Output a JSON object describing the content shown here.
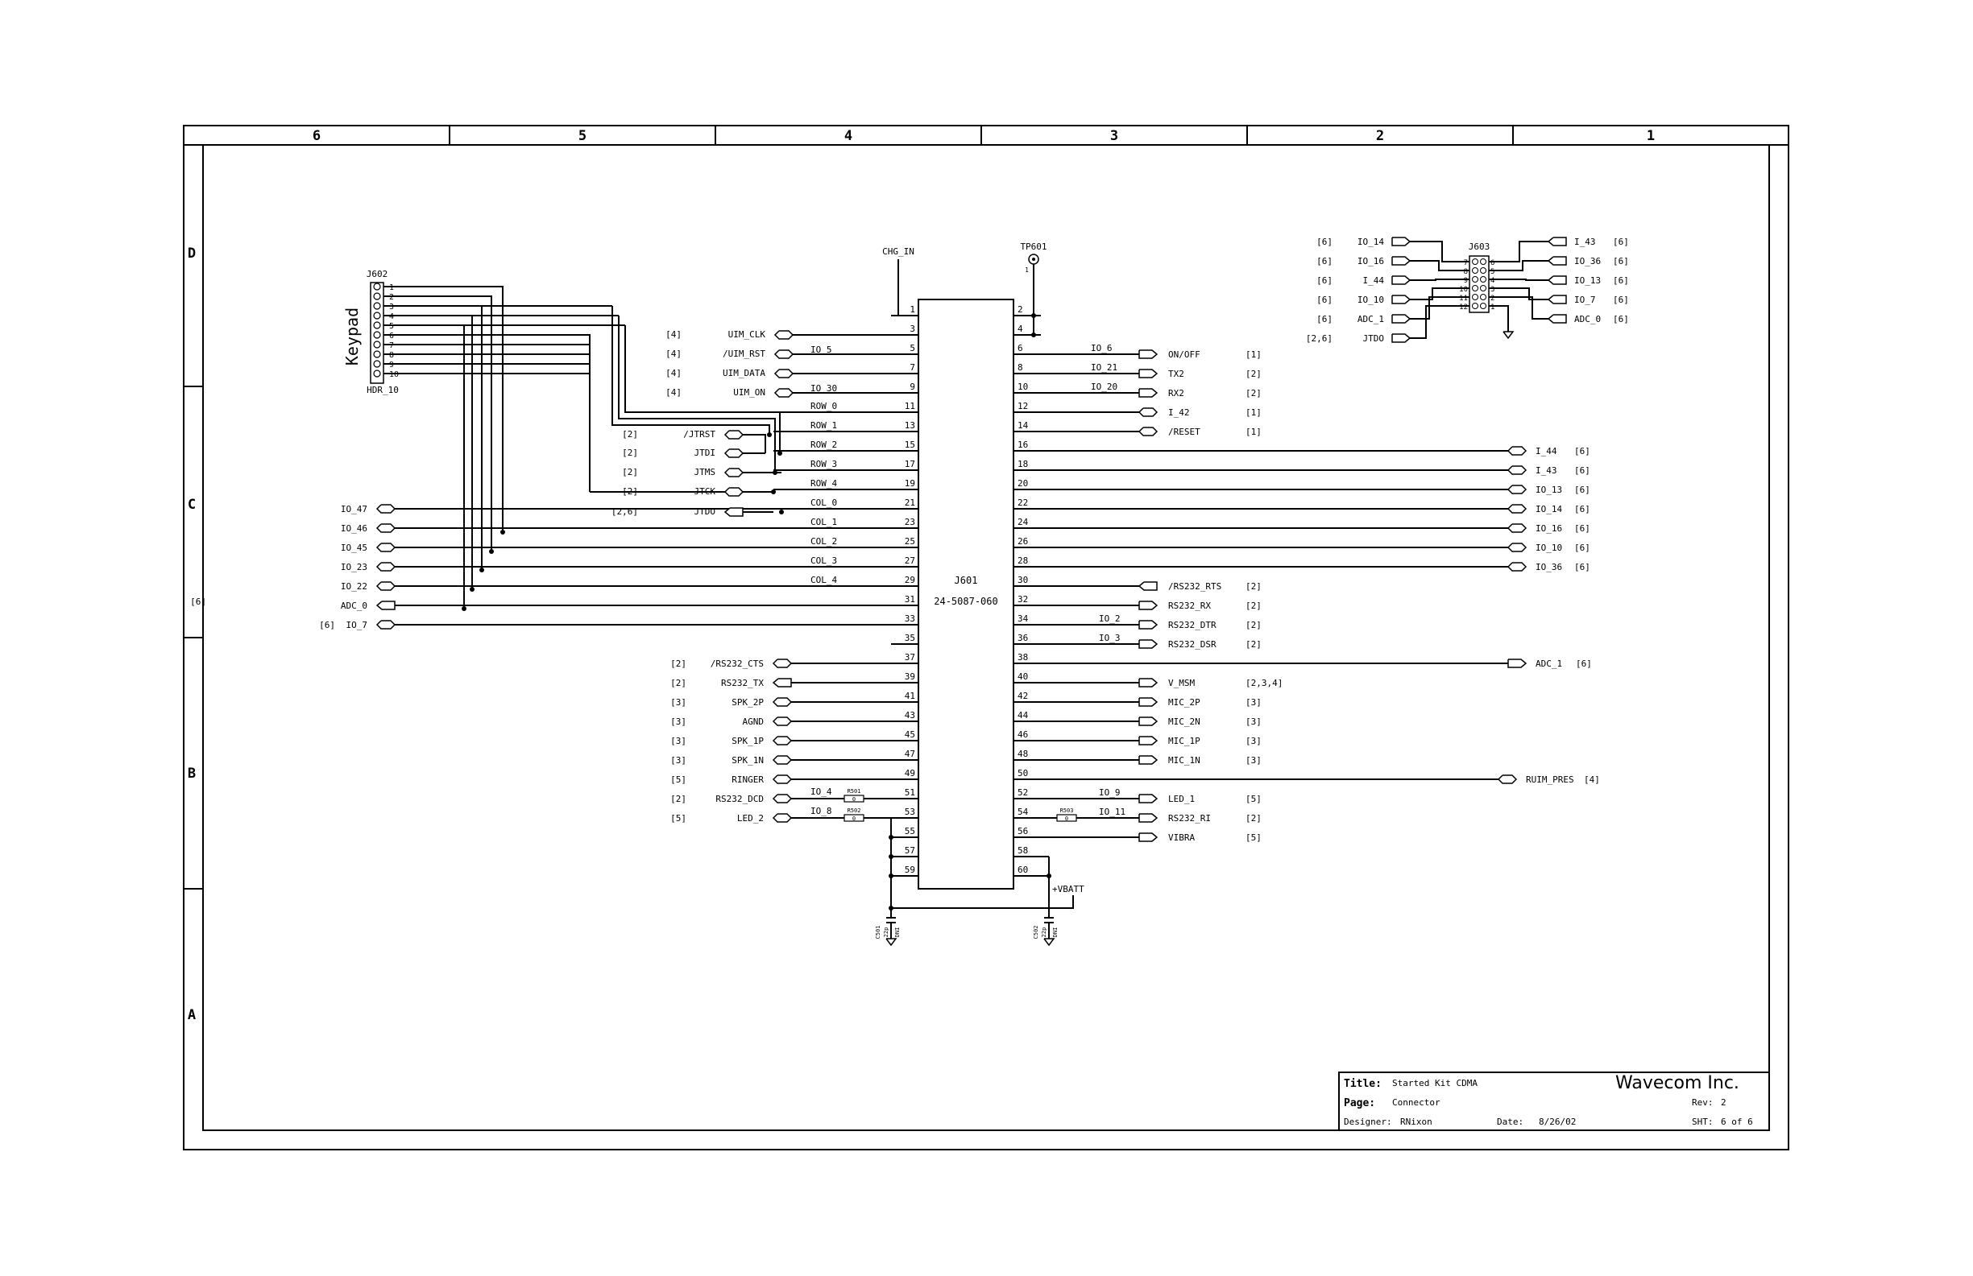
{
  "border": {
    "columns": [
      "6",
      "5",
      "4",
      "3",
      "2",
      "1"
    ],
    "rows": [
      "D",
      "C",
      "B",
      "A"
    ]
  },
  "keypad_header": {
    "ref": "J602",
    "part": "HDR_10",
    "label": "Keypad",
    "pins": [
      "1",
      "2",
      "3",
      "4",
      "5",
      "6",
      "7",
      "8",
      "9",
      "10"
    ]
  },
  "j601": {
    "ref": "J601",
    "part": "24-5087-060",
    "left_pins": [
      "1",
      "3",
      "5",
      "7",
      "9",
      "11",
      "13",
      "15",
      "17",
      "19",
      "21",
      "23",
      "25",
      "27",
      "29",
      "31",
      "33",
      "35",
      "37",
      "39",
      "41",
      "43",
      "45",
      "47",
      "49",
      "51",
      "53",
      "55",
      "57",
      "59"
    ],
    "right_pins": [
      "2",
      "4",
      "6",
      "8",
      "10",
      "12",
      "14",
      "16",
      "18",
      "20",
      "22",
      "24",
      "26",
      "28",
      "30",
      "32",
      "34",
      "36",
      "38",
      "40",
      "42",
      "44",
      "46",
      "48",
      "50",
      "52",
      "54",
      "56",
      "58",
      "60"
    ]
  },
  "top_labels": {
    "chg_in": "CHG_IN",
    "tp601": "TP601",
    "tp_pin": "1"
  },
  "left_ports": [
    {
      "name": "UIM_CLK",
      "ref": "[4]"
    },
    {
      "name": "/UIM_RST",
      "ref": "[4]"
    },
    {
      "name": "UIM_DATA",
      "ref": "[4]"
    },
    {
      "name": "UIM_ON",
      "ref": "[4]"
    },
    {
      "name": "/JTRST",
      "ref": "[2]"
    },
    {
      "name": "JTDI",
      "ref": "[2]"
    },
    {
      "name": "JTMS",
      "ref": "[2]"
    },
    {
      "name": "JTCK",
      "ref": "[2]"
    },
    {
      "name": "JTDO",
      "ref": "[2,6]"
    }
  ],
  "left_wire_labels": [
    "IO_5",
    "IO_30",
    "ROW_0",
    "ROW_1",
    "ROW_2",
    "ROW_3",
    "ROW_4",
    "COL_0",
    "COL_1",
    "COL_2",
    "COL_3",
    "COL_4"
  ],
  "far_left_ports": [
    {
      "name": "IO_47",
      "ref": ""
    },
    {
      "name": "IO_46",
      "ref": ""
    },
    {
      "name": "IO_45",
      "ref": ""
    },
    {
      "name": "IO_23",
      "ref": ""
    },
    {
      "name": "IO_22",
      "ref": ""
    },
    {
      "name": "ADC_0",
      "ref": "[6]"
    },
    {
      "name": "IO_7",
      "ref": "[6]"
    }
  ],
  "lower_left_ports": [
    {
      "name": "/RS232_CTS",
      "ref": "[2]"
    },
    {
      "name": "RS232_TX",
      "ref": "[2]"
    },
    {
      "name": "SPK_2P",
      "ref": "[3]"
    },
    {
      "name": "AGND",
      "ref": "[3]"
    },
    {
      "name": "SPK_1P",
      "ref": "[3]"
    },
    {
      "name": "SPK_1N",
      "ref": "[3]"
    },
    {
      "name": "RINGER",
      "ref": "[5]"
    },
    {
      "name": "RS232_DCD",
      "ref": "[2]"
    },
    {
      "name": "LED_2",
      "ref": "[5]"
    }
  ],
  "resistors_left": [
    {
      "ref": "R501",
      "value": "0",
      "net": "IO_4"
    },
    {
      "ref": "R502",
      "value": "0",
      "net": "IO_8"
    }
  ],
  "right_ports": [
    {
      "name": "ON/OFF",
      "ref": "[1]",
      "net": "IO_6"
    },
    {
      "name": "TX2",
      "ref": "[2]",
      "net": "IO_21"
    },
    {
      "name": "RX2",
      "ref": "[2]",
      "net": "IO_20"
    },
    {
      "name": "I_42",
      "ref": "[1]",
      "net": ""
    },
    {
      "name": "/RESET",
      "ref": "[1]",
      "net": ""
    }
  ],
  "far_right_ports": [
    {
      "name": "I_44",
      "ref": "[6]"
    },
    {
      "name": "I_43",
      "ref": "[6]"
    },
    {
      "name": "IO_13",
      "ref": "[6]"
    },
    {
      "name": "IO_14",
      "ref": "[6]"
    },
    {
      "name": "IO_16",
      "ref": "[6]"
    },
    {
      "name": "IO_10",
      "ref": "[6]"
    },
    {
      "name": "IO_36",
      "ref": "[6]"
    }
  ],
  "right_ports_2": [
    {
      "name": "/RS232_RTS",
      "ref": "[2]",
      "net": ""
    },
    {
      "name": "RS232_RX",
      "ref": "[2]",
      "net": ""
    },
    {
      "name": "RS232_DTR",
      "ref": "[2]",
      "net": "IO_2"
    },
    {
      "name": "RS232_DSR",
      "ref": "[2]",
      "net": "IO_3"
    }
  ],
  "adc1_port": {
    "name": "ADC_1",
    "ref": "[6]"
  },
  "right_ports_3": [
    {
      "name": "V_MSM",
      "ref": "[2,3,4]"
    },
    {
      "name": "MIC_2P",
      "ref": "[3]"
    },
    {
      "name": "MIC_2N",
      "ref": "[3]"
    },
    {
      "name": "MIC_1P",
      "ref": "[3]"
    },
    {
      "name": "MIC_1N",
      "ref": "[3]"
    }
  ],
  "ruim_port": {
    "name": "RUIM_PRES",
    "ref": "[4]"
  },
  "right_ports_4": [
    {
      "name": "LED_1",
      "ref": "[5]",
      "net": "IO_9"
    },
    {
      "name": "RS232_RI",
      "ref": "[2]",
      "net": "IO_11"
    },
    {
      "name": "VIBRA",
      "ref": "[5]",
      "net": ""
    }
  ],
  "resistor_right": {
    "ref": "R503",
    "value": "0"
  },
  "vbatt": "+VBATT",
  "caps": [
    {
      "ref": "C501",
      "value": "22p",
      "extra": "DNI"
    },
    {
      "ref": "C502",
      "value": "22p",
      "extra": "DNI"
    }
  ],
  "j603": {
    "ref": "J603",
    "left_ports": [
      {
        "name": "IO_14",
        "ref": "[6]"
      },
      {
        "name": "IO_16",
        "ref": "[6]"
      },
      {
        "name": "I_44",
        "ref": "[6]"
      },
      {
        "name": "IO_10",
        "ref": "[6]"
      },
      {
        "name": "ADC_1",
        "ref": "[6]"
      },
      {
        "name": "JTDO",
        "ref": "[2,6]"
      }
    ],
    "right_ports": [
      {
        "name": "I_43",
        "ref": "[6]"
      },
      {
        "name": "IO_36",
        "ref": "[6]"
      },
      {
        "name": "IO_13",
        "ref": "[6]"
      },
      {
        "name": "IO_7",
        "ref": "[6]"
      },
      {
        "name": "ADC_0",
        "ref": "[6]"
      }
    ],
    "left_pins": [
      "7",
      "8",
      "9",
      "10",
      "11",
      "12"
    ],
    "right_pins": [
      "6",
      "5",
      "4",
      "3",
      "2",
      "1"
    ]
  },
  "title_block": {
    "title_label": "Title:",
    "title": "Started Kit CDMA",
    "company": "Wavecom Inc.",
    "page_label": "Page:",
    "page": "Connector",
    "rev_label": "Rev:",
    "rev": "2",
    "designer_label": "Designer:",
    "designer": "RNixon",
    "date_label": "Date:",
    "date": "8/26/02",
    "sht_label": "SHT:",
    "sht": "6 of 6"
  },
  "colors": {
    "ink": "#000000",
    "paper": "#ffffff"
  }
}
